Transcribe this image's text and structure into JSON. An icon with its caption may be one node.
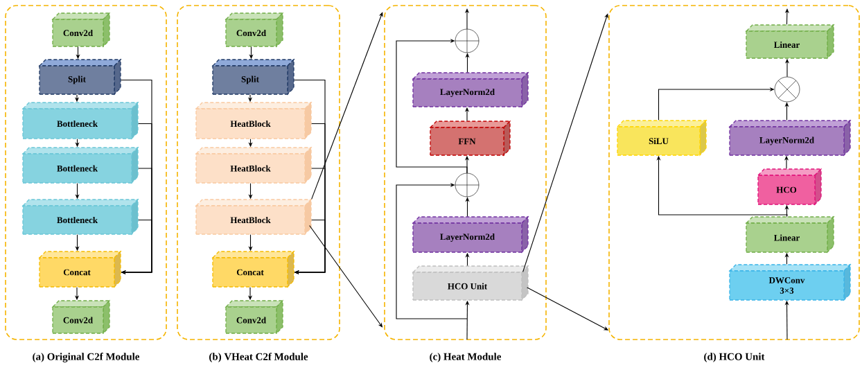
{
  "diagram": {
    "nodes": [
      {
        "text": [
          "(a) Original C2f Module"
        ]
      },
      {
        "text": [
          "Conv2d"
        ],
        "in": 0
      },
      {
        "text": [
          "Split"
        ],
        "in": 0
      },
      {
        "text": [
          "Bottleneck"
        ],
        "in": 0
      },
      {
        "text": [
          "Bottleneck"
        ],
        "in": 0
      },
      {
        "text": [
          "Bottleneck"
        ],
        "in": 0
      },
      {
        "text": [
          "Concat"
        ],
        "in": 0
      },
      {
        "text": [
          "Conv2d"
        ],
        "in": 0
      },
      {
        "text": [
          "(b) VHeat C2f Module"
        ]
      },
      {
        "text": [
          "Conv2d"
        ],
        "in": 8
      },
      {
        "text": [
          "Split"
        ],
        "in": 8
      },
      {
        "text": [
          "HeatBlock"
        ],
        "in": 8
      },
      {
        "text": [
          "HeatBlock"
        ],
        "in": 8
      },
      {
        "text": [
          "HeatBlock"
        ],
        "in": 8
      },
      {
        "text": [
          "Concat"
        ],
        "in": 8
      },
      {
        "text": [
          "Conv2d"
        ],
        "in": 8
      },
      {
        "text": [
          "(c) Heat Module"
        ]
      },
      {
        "text": [],
        "shape": "circle",
        "in": 16
      },
      {
        "text": [
          "LayerNorm2d"
        ],
        "in": 16
      },
      {
        "text": [
          "FFN"
        ],
        "in": 16
      },
      {
        "text": [],
        "shape": "circle",
        "in": 16
      },
      {
        "text": [
          "LayerNorm2d"
        ],
        "in": 16
      },
      {
        "text": [
          "HCO Unit"
        ],
        "in": 16
      },
      {
        "text": [
          "(d) HCO Unit"
        ]
      },
      {
        "text": [
          "Linear"
        ],
        "in": 23
      },
      {
        "text": [],
        "shape": "circle",
        "in": 23
      },
      {
        "text": [
          "SiLU"
        ],
        "in": 23
      },
      {
        "text": [
          "LayerNorm2d"
        ],
        "in": 23
      },
      {
        "text": [
          "HCO"
        ],
        "in": 23
      },
      {
        "text": [
          "Linear"
        ],
        "in": 23
      },
      {
        "text": [
          "DWConv 3×3"
        ],
        "in": 23
      }
    ],
    "edges": [
      {
        "from": 1,
        "to": 2,
        "arrow": "to"
      },
      {
        "from": 2,
        "to": 3,
        "arrow": "to"
      },
      {
        "from": 3,
        "to": 4,
        "arrow": "to"
      },
      {
        "from": 4,
        "to": 5,
        "arrow": "to"
      },
      {
        "from": 5,
        "to": 6,
        "arrow": "to"
      },
      {
        "from": 6,
        "to": 7,
        "arrow": "to"
      },
      {
        "from": 2,
        "to": 6,
        "arrow": "to"
      },
      {
        "from": 3,
        "to": 6,
        "arrow": "to"
      },
      {
        "from": 4,
        "to": 6,
        "arrow": "to"
      },
      {
        "from": 5,
        "to": 6,
        "arrow": "to"
      },
      {
        "from": 9,
        "to": 10,
        "arrow": "to"
      },
      {
        "from": 10,
        "to": 11,
        "arrow": "to"
      },
      {
        "from": 11,
        "to": 12,
        "arrow": "to"
      },
      {
        "from": 12,
        "to": 13,
        "arrow": "to"
      },
      {
        "from": 13,
        "to": 14,
        "arrow": "to"
      },
      {
        "from": 14,
        "to": 15,
        "arrow": "to"
      },
      {
        "from": 10,
        "to": 14,
        "arrow": "to"
      },
      {
        "from": 11,
        "to": 14,
        "arrow": "to"
      },
      {
        "from": 12,
        "to": 14,
        "arrow": "to"
      },
      {
        "from": 13,
        "to": 14,
        "arrow": "to"
      },
      {
        "from": 13,
        "to": 16,
        "arrow": "to"
      },
      {
        "from": 13,
        "to": 16,
        "arrow": "to"
      },
      {
        "from": null,
        "to": 22,
        "arrow": "to"
      },
      {
        "from": 22,
        "to": 21,
        "arrow": "to"
      },
      {
        "from": 21,
        "to": 20,
        "arrow": "to"
      },
      {
        "from": 20,
        "to": 19,
        "arrow": "to"
      },
      {
        "from": 19,
        "to": 18,
        "arrow": "to"
      },
      {
        "from": 18,
        "to": 17,
        "arrow": "to"
      },
      {
        "from": 17,
        "to": null,
        "arrow": "to"
      },
      {
        "from": null,
        "to": 20,
        "arrow": "to"
      },
      {
        "from": 20,
        "to": 17,
        "arrow": "to"
      },
      {
        "from": 22,
        "to": 23,
        "arrow": "to"
      },
      {
        "from": 22,
        "to": 23,
        "arrow": "to"
      },
      {
        "from": null,
        "to": 30,
        "arrow": "to"
      },
      {
        "from": 30,
        "to": 29,
        "arrow": "to"
      },
      {
        "from": 29,
        "to": 28,
        "arrow": "to"
      },
      {
        "from": 28,
        "to": 27,
        "arrow": "to"
      },
      {
        "from": 27,
        "to": 25,
        "arrow": "to"
      },
      {
        "from": 25,
        "to": 24,
        "arrow": "to"
      },
      {
        "from": 24,
        "to": null,
        "arrow": "to"
      },
      {
        "from": 29,
        "to": 26,
        "arrow": "to"
      },
      {
        "from": 26,
        "to": 25,
        "arrow": "to"
      }
    ]
  }
}
